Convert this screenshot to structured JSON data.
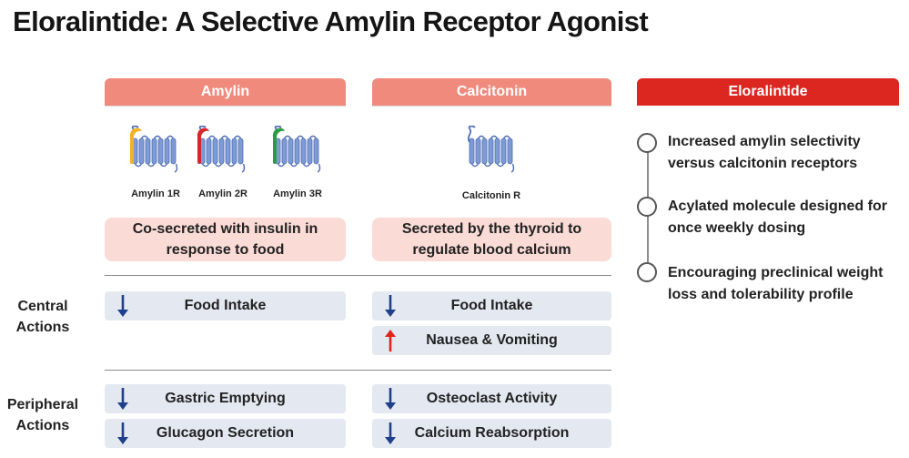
{
  "title": "Eloralintide: A Selective Amylin Receptor Agonist",
  "colors": {
    "header_light": "#ef8a7d",
    "header_dark": "#dc2620",
    "pink_box": "#fadbd6",
    "action_box": "#e4e9f1",
    "arrow_down": "#1f3f8a",
    "arrow_up": "#e0241c",
    "receptor_blue": "#7f9bd6",
    "amylin1_cap": "#f2b224",
    "amylin2_cap": "#d7262b",
    "amylin3_cap": "#2e9a46"
  },
  "columns": {
    "amylin": {
      "header": "Amylin",
      "receptors": [
        "Amylin 1R",
        "Amylin 2R",
        "Amylin 3R"
      ],
      "description_lines": [
        "Co-secreted with insulin in",
        "response to food"
      ]
    },
    "calcitonin": {
      "header": "Calcitonin",
      "receptors": [
        "Calcitonin R"
      ],
      "description_lines": [
        "Secreted by the thyroid to",
        "regulate blood calcium"
      ]
    },
    "eloralintide": {
      "header": "Eloralintide",
      "bullets": [
        {
          "lines": [
            "Increased amylin selectivity",
            "versus calcitonin receptors"
          ]
        },
        {
          "lines": [
            "Acylated molecule designed for",
            "once weekly dosing"
          ]
        },
        {
          "lines": [
            "Encouraging preclinical weight",
            "loss and tolerability profile"
          ]
        }
      ]
    }
  },
  "rows": {
    "central": {
      "label_lines": [
        "Central",
        "Actions"
      ],
      "amylin": [
        {
          "text": "Food Intake",
          "direction": "down"
        }
      ],
      "calcitonin": [
        {
          "text": "Food Intake",
          "direction": "down"
        },
        {
          "text": "Nausea & Vomiting",
          "direction": "up"
        }
      ]
    },
    "peripheral": {
      "label_lines": [
        "Peripheral",
        "Actions"
      ],
      "amylin": [
        {
          "text": "Gastric Emptying",
          "direction": "down"
        },
        {
          "text": "Glucagon Secretion",
          "direction": "down"
        }
      ],
      "calcitonin": [
        {
          "text": "Osteoclast Activity",
          "direction": "down"
        },
        {
          "text": "Calcium Reabsorption",
          "direction": "down"
        }
      ]
    }
  }
}
